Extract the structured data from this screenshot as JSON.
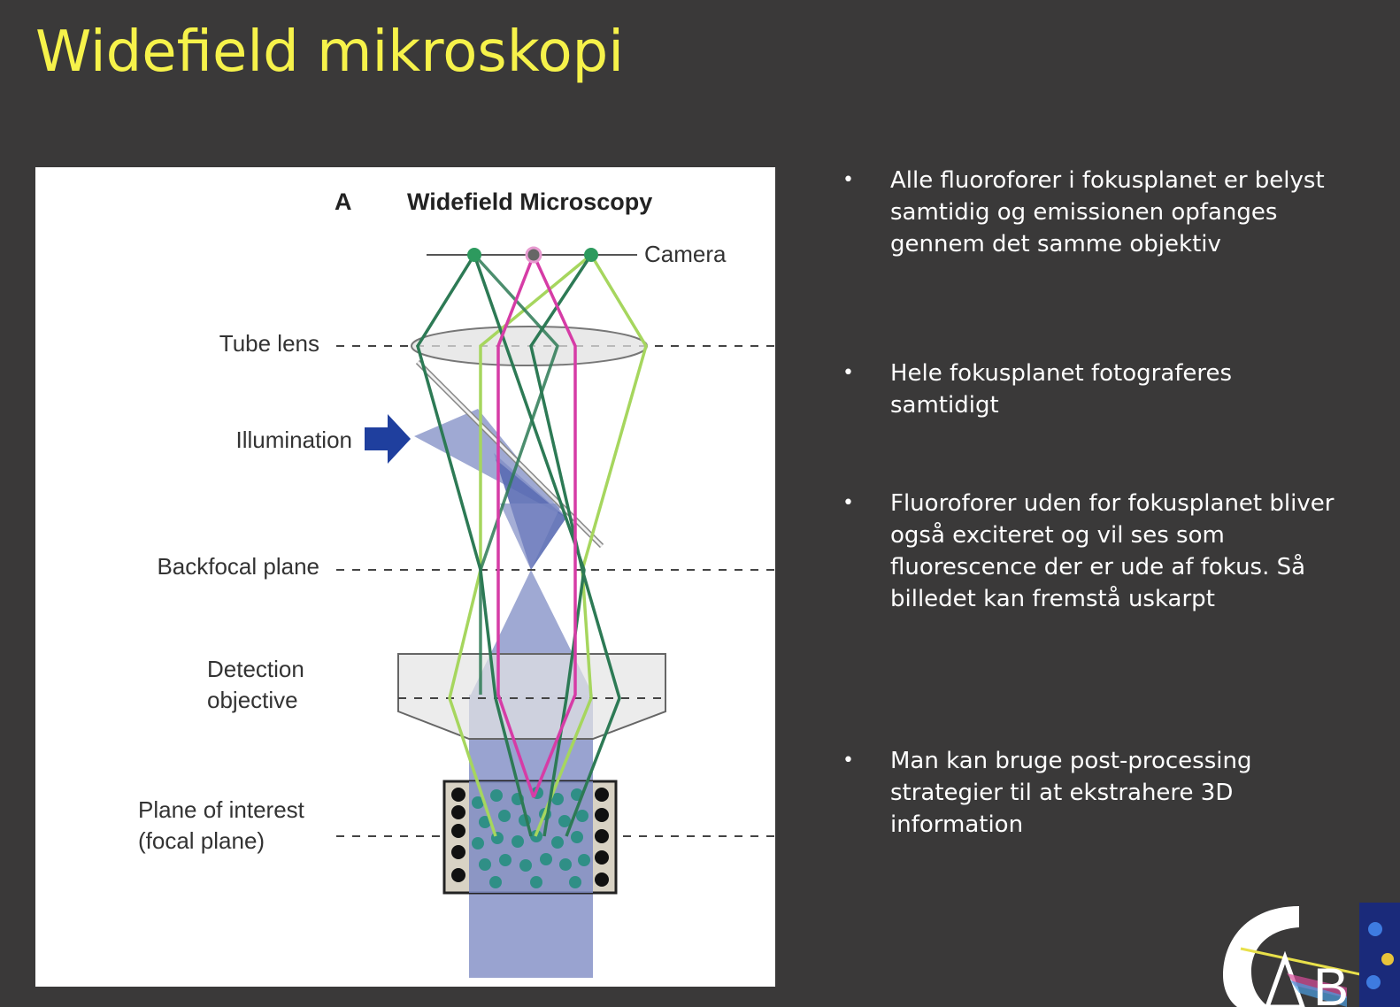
{
  "slide": {
    "title": "Widefield mikroskopi"
  },
  "figure": {
    "panel_letter": "A",
    "heading": "Widefield Microscopy",
    "labels": {
      "camera": "Camera",
      "tube_lens": "Tube lens",
      "illumination": "Illumination",
      "backfocal_plane": "Backfocal plane",
      "detection_objective_line1": "Detection",
      "detection_objective_line2": "objective",
      "plane_of_interest_line1": "Plane of interest",
      "plane_of_interest_line2": "(focal plane)"
    },
    "colors": {
      "dark_green": "#2d7a55",
      "light_green": "#a6d65e",
      "magenta": "#d63ca6",
      "illumination_blue": "#1f3f9e",
      "beam_blue": "#7f8cc4",
      "dot_teal": "#2f8f86"
    }
  },
  "bullets": [
    "Alle fluoroforer i fokusplanet er belyst samtidig og emissionen opfanges gennem det samme objektiv",
    "Hele fokusplanet fotograferes samtidigt",
    "Fluoroforer uden for fokusplanet bliver også exciteret og vil ses som fluorescence der er ude af fokus. Så billedet kan fremstå uskarpt",
    "Man kan bruge post-processing strategier til at ekstrahere 3D information"
  ],
  "logo": {
    "icon": "cab-logo-icon"
  }
}
